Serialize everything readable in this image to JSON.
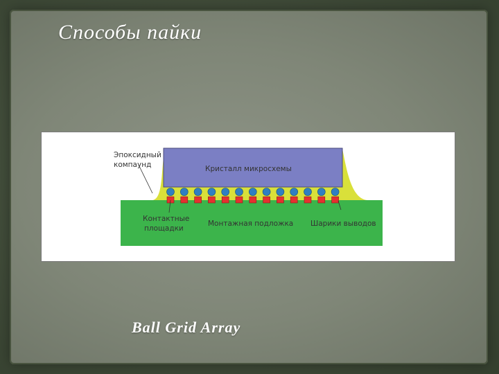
{
  "slide": {
    "title": "Способы пайки",
    "caption": "Ball Grid Array"
  },
  "diagram": {
    "labels": {
      "epoxy_line1": "Эпоксидный",
      "epoxy_line2": "компаунд",
      "crystal": "Кристалл микросхемы",
      "pads_line1": "Контактные",
      "pads_line2": "площадки",
      "substrate": "Монтажная подложка",
      "balls": "Шарики выводов"
    },
    "colors": {
      "crystal": "#7b7fc4",
      "substrate": "#3cb44b",
      "epoxy": "#d9e03a",
      "ball": "#2f7fc1",
      "pad": "#e53030"
    }
  }
}
